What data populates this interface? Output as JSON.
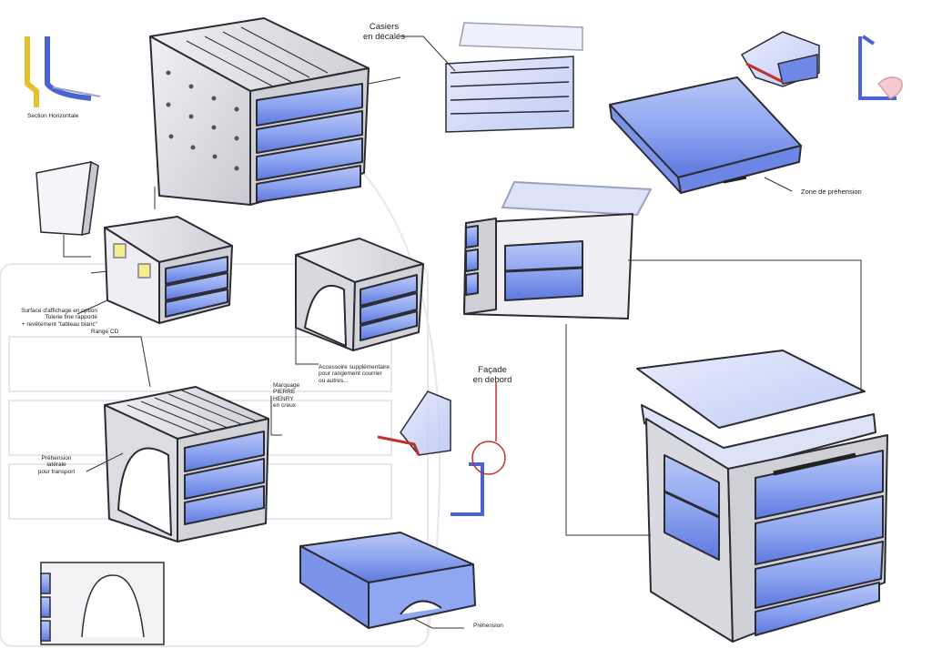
{
  "colors": {
    "drawer_blue": "#8fa6f0",
    "drawer_blue_dark": "#5d78df",
    "shell_grey": "#dcdde2",
    "outline": "#2b2b33",
    "profile_yellow": "#e6c02c",
    "profile_blue": "#4a62d4",
    "profile_red": "#c2302c",
    "note_yellow": "#f4ec8e"
  },
  "labels": {
    "section": "Section Horizontale",
    "casiers": "Casiers\nen décalés",
    "zone": "Zone de préhension",
    "surface": "Surface d'affichage en option\nTolerie fine rapporté\n+ revêtement \"tableau blanc\"",
    "range_cd": "Range CD",
    "marquage": "Marquage\nPIERRE\nHENRY\nen creux",
    "accessoire": "Accessoire supplémentaire\npour rangement courrier\nou autres...",
    "facade": "Façade\nen debord",
    "prehension_laterale": "Préhension\nlatérale\npour transport",
    "prehension": "Préhension"
  }
}
